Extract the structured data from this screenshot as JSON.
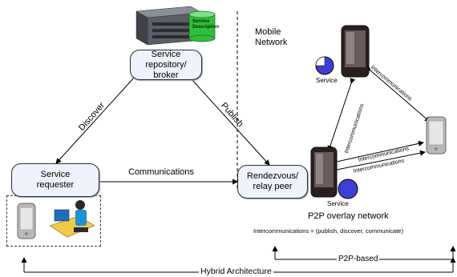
{
  "labels": {
    "mobile_network": "Mobile\nNetwork",
    "broker": "Service repository/\nbroker",
    "requester": "Service\nrequester",
    "rendezvous": "Rendezvous/\nrelay peer",
    "discover": "Discover",
    "publish": "Publish",
    "communications": "Communications",
    "service_1": "Service",
    "service_2": "Service",
    "intercomm_diag": "Intercommunications",
    "intercomm_right": "Intercommunications",
    "intercomm_mid": "Intercommunications",
    "intercomm_low": "Intercommunications",
    "p2p_overlay": "P2P overlay network",
    "intercomm_def": "Intercommunications = (publish, discover, communicate)",
    "p2p_based": "P2P-based",
    "hybrid": "Hybrid Architecture",
    "server_label": "Service\nDescription"
  },
  "colors": {
    "box_fill": "#eef2fa",
    "line": "#000000",
    "service_blue": "#3f3fd6",
    "phone_dark": "#3a2a2a",
    "server_gray": "#5a5e66",
    "db_green": "#2fbf3a"
  },
  "icons": [
    "server-icon",
    "database-icon",
    "phone-icon",
    "person-at-desk-icon",
    "service-circle-icon"
  ]
}
